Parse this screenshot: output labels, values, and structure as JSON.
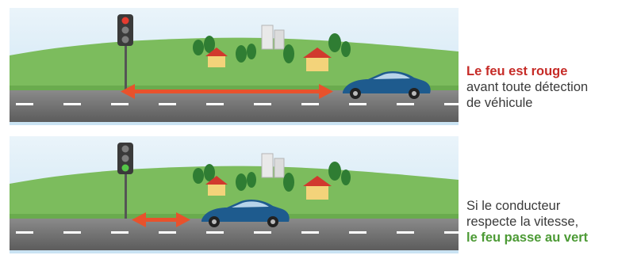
{
  "colors": {
    "sky": "#dcecf6",
    "grass": "#78b65a",
    "road": "#6f6f6f",
    "arrow": "#e8522c",
    "car": "#1e5b8e",
    "light_red": "#e53b2f",
    "light_green": "#55c548",
    "light_off": "#7d7d7d"
  },
  "scenes": [
    {
      "signal_state": "red",
      "emphasis_text": "Le feu est rouge",
      "lines": [
        "avant toute détection",
        "de véhicule"
      ]
    },
    {
      "signal_state": "green",
      "lines": [
        "Si le conducteur",
        "respecte la vitesse,"
      ],
      "emphasis_text": "le feu passe au vert"
    }
  ]
}
